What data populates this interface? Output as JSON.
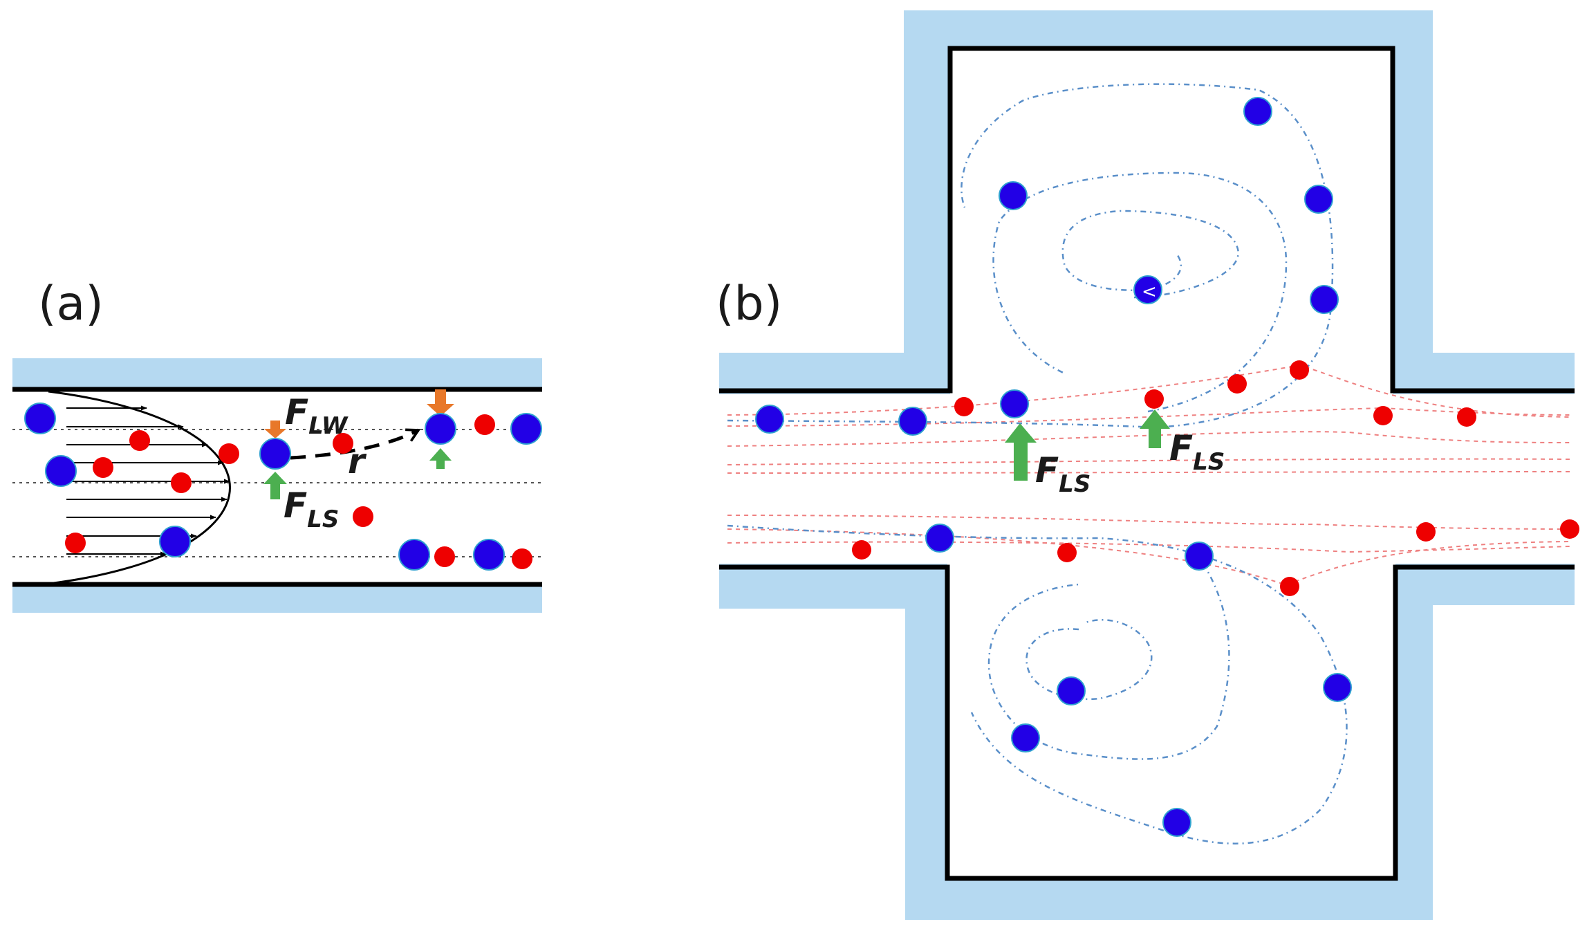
{
  "labels": {
    "panel_a": "(a)",
    "panel_b": "(b)",
    "f_lw_main": "F",
    "f_lw_sub": "LW",
    "f_ls_a_main": "F",
    "f_ls_a_sub": "LS",
    "r_label": "r",
    "f_ls_b1_main": "F",
    "f_ls_b1_sub": "LS",
    "f_ls_b2_main": "F",
    "f_ls_b2_sub": "LS",
    "inner_marker": "<"
  },
  "colors": {
    "channel_wall": "#b5d9f1",
    "large_particle": "#2200e6",
    "small_particle": "#ee0000",
    "lift_shear_arrow": "#4caf50",
    "wall_lift_arrow": "#e8782a",
    "blue_trajectory": "#5a8fc9",
    "red_trajectory": "#ee8080"
  }
}
